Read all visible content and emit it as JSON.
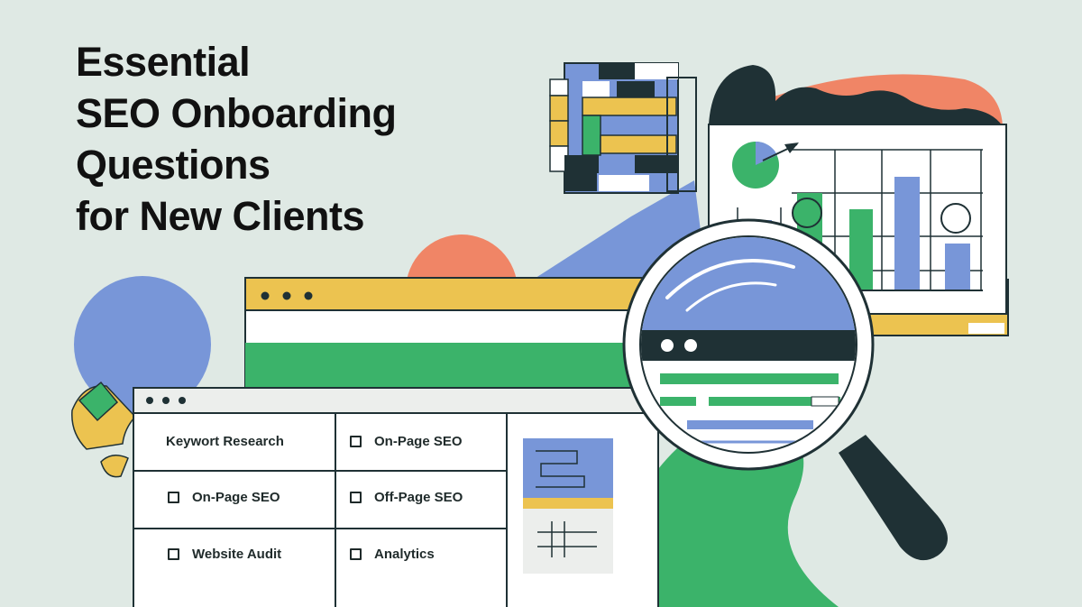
{
  "headline": {
    "lines": [
      "Essential",
      "SEO Onboarding",
      "Questions",
      "for New Clients"
    ]
  },
  "checklist": [
    {
      "label": "Keywort Research",
      "checkbox": false
    },
    {
      "label": "On-Page SEO",
      "checkbox": true
    },
    {
      "label": "On-Page SEO",
      "checkbox": true
    },
    {
      "label": "Off-Page SEO",
      "checkbox": true
    },
    {
      "label": "Website Audit",
      "checkbox": true
    },
    {
      "label": "Analytics",
      "checkbox": true
    }
  ],
  "colors": {
    "background": "#dfe9e4",
    "blue": "#7896d8",
    "green": "#3bb36a",
    "yellow": "#ecc350",
    "coral": "#f08566",
    "dark": "#1f3135"
  },
  "icons": [
    "window-dots-icon",
    "checkbox-icon",
    "magnifier-icon",
    "pie-chart-icon",
    "bar-chart-icon",
    "grid-icon"
  ]
}
